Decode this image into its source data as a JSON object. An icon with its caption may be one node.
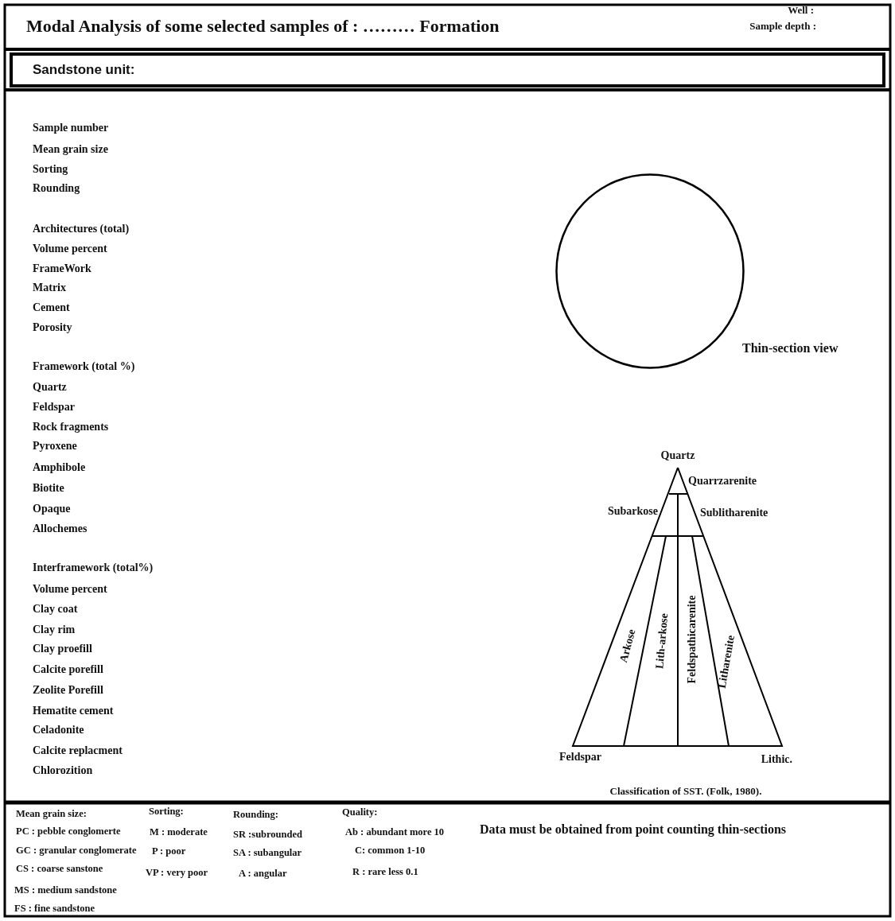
{
  "diagram": {
    "title": "Modal Analysis of some selected samples of : ……… Formation",
    "nodes": [
      {
        "text": [
          "Sandstone unit:"
        ]
      },
      {
        "text": [],
        "shape": "circle",
        "beside": [
          "Thin-section view"
        ]
      }
    ],
    "labels": [
      "Well :",
      "Sample depth :",
      "Sample number",
      "Mean grain size",
      "Sorting",
      "Rounding",
      "Architectures (total)",
      "Volume percent",
      "FrameWork",
      "Matrix",
      "Cement",
      "Porosity",
      "Framework (total %)",
      "Quartz",
      "Feldspar",
      "Rock fragments",
      "Pyroxene",
      "Amphibole",
      "Biotite",
      "Opaque",
      "Allochemes",
      "Interframework (total%)",
      "Volume percent",
      "Clay coat",
      "Clay rim",
      "Clay proefill",
      "Calcite porefill",
      "Zeolite Porefill",
      "Hematite cement",
      "Celadonite",
      "Calcite replacment",
      "Chlorozition",
      "Quartz",
      "Quarrzarenite",
      "Subarkose",
      "Sublitharenite",
      "Arkose",
      "Lith-arkose",
      "Feldspathicarenite",
      "Litharenite",
      "Feldspar",
      "Lithic.",
      "Classification of SST. (Folk, 1980).",
      "Mean grain size:",
      "Sorting:",
      "Rounding:",
      "Quality:",
      "PC : pebble conglomerte",
      "M : moderate",
      "SR :subrounded",
      "Ab : abundant more 10",
      "GC : granular conglomerate",
      "P : poor",
      "SA : subangular",
      "C: common  1-10",
      "CS : coarse sanstone",
      "VP : very poor",
      "A : angular",
      "R : rare less  0.1",
      "MS : medium sandstone",
      "FS : fine sandstone",
      "Data must be obtained from point counting thin-sections"
    ]
  }
}
